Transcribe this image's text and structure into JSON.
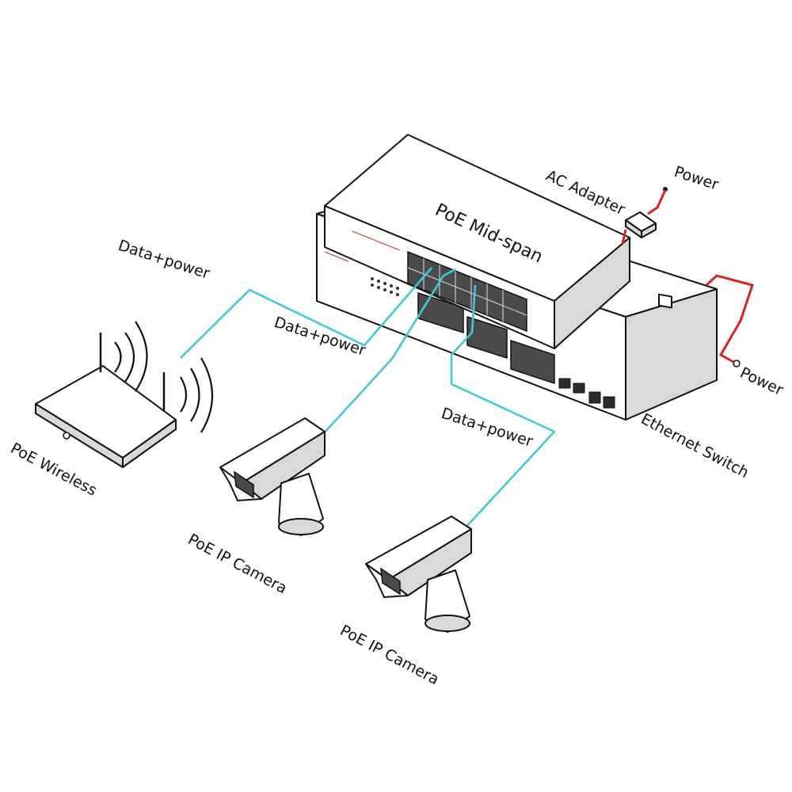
{
  "labels": {
    "power_top": "Power",
    "ac_adapter": "AC Adapter",
    "midspan": "PoE Mid-span",
    "data_power_1": "Data+power",
    "data_power_2": "Data+power",
    "data_power_3": "Data+power",
    "power_right": "Power",
    "ethernet_switch": "Ethernet Switch",
    "poe_wireless": "PoE Wireless",
    "camera_1": "PoE IP Camera",
    "camera_2": "PoE IP Camera"
  },
  "colors": {
    "data_cable": "#41c9d8",
    "power_cable": "#e0201c",
    "outline": "#111111"
  }
}
